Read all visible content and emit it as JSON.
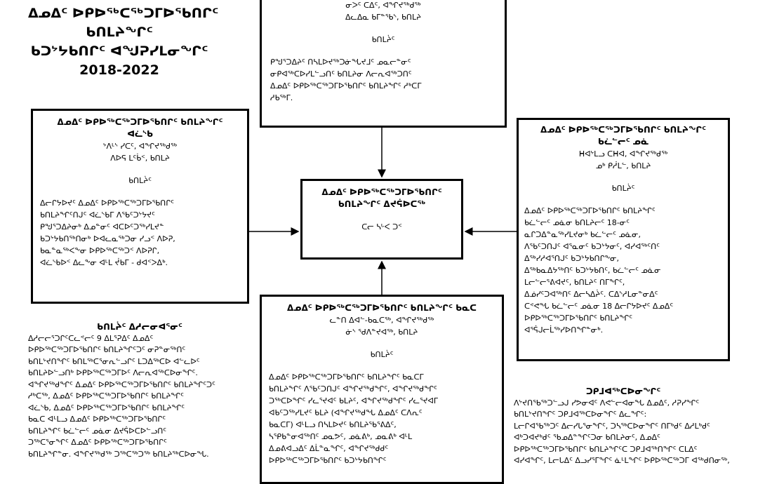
{
  "title": {
    "line1": "ᐃᓄᐃᑦ ᐅᑭᐅᖅᑕᖅᑐᒥᐅᖃᑎᒋᑦ",
    "line2": "ᑲᑎᒪᔨᖏᑦ",
    "line3": "ᑲᑐᔾᔭᑲᑎᒋᑦ ᐊᖑᕈᓯᒪᓂᖏᑦ",
    "years": "2018-2022"
  },
  "boxes": {
    "top": {
      "lines": [
        "ᓂᐳᑦ ᑕᐃᑦ, ᐊᖏᔪᖅᑯᖅ",
        "ᐃᓚᐃᓇ ᑲᒥᓐᖃᔅ, ᑲᑎᒪᔨ"
      ],
      "role": "ᑲᑎᒪᔩᑦ",
      "body": [
        "ᑭᖑᕐᑐᐃᔨᑦ ᑎᓴᒪᐅᔪᖅᑐᓃᖓᔪᒧᑦ ᓄᓇᓕᓐᓂᑦ",
        "ᓂᑭᐊᖅᑕᐅᓯᒪᓪᓗᑎᑦ ᑲᑎᒪᔨᓂ ᐱᓕᕆᐊᖅᑐᑎᑦ",
        "ᐃᓄᐃᑦ ᐅᑭᐅᖅᑕᖅᑐᒥᐅᖃᑎᒋᑦ ᑲᑎᒪᔨᖏᑦ ᓱᒃᑕᒥ",
        "ᓱᑲᖅᒥ."
      ]
    },
    "left": {
      "head": [
        "ᐃᓄᐃᑦ ᐅᑭᐅᖅᑕᖅᑐᒥᐅᖃᑎᒋᑦ ᑲᑎᒪᔨᖏᑦ",
        "ᐊᓛᔅᑲ"
      ],
      "lines": [
        "ᔾᐱᒻᔅ ᓯᑕᑦ, ᐊᖏᔪᖅᑯᖅ",
        "ᐱᐅᕋ ᒪᑦᑳᑉ, ᑲᑎᒪᔨ"
      ],
      "role": "ᑲᑎᒪᔩᑦ",
      "body": [
        "ᐃᓕᒋᔭᐅᔪᑦ ᐃᓄᐃᑦ ᐅᑭᐅᖅᑕᖅᑐᒥᐅᖃᑎᒋᑦ",
        "ᑲᑎᒪᔨᖏᑦᑎᒍᑦ ᐊᓛᔅᑲᒥ ᐱᖃᑦᑐᔾᔭᔪᑦ",
        "ᑭᖑᕐᑐᐃᔨᓂᒃ ᐃᓄᓐᓂᑦ ᐊᑕᐅᑦᑐᖅᓯᒪᔪᓐ",
        "ᑲᑐᔾᔭᑲᑎᖅᑎᓂᒃ ᐅᐊᓚᓇᖅᑐᓂ ᓯᓗᑉ ᐱᐅᕈ,",
        "ᑲᓇᓐᓇᖅᐸᖕᓂ ᐅᑭᐅᖅᑕᖅᑐᑉ ᐱᐅᕈᒋ,",
        "ᐊᓛᔅᑲᐅᑉ ᐃᓚᖕᓂ ᐊᒻᒪ ᔫᑲᒥ - ᑯᐊᑉᐳᐃᒃ."
      ]
    },
    "center": {
      "head": [
        "ᐃᓄᐃᑦ ᐅᑭᐅᖅᑕᖅᑐᒥᐅᖃᑎᒋᑦ",
        "ᑲᑎᒪᔨᖏᑦ ᐃᔪᕌᐅᑕᖅ"
      ],
      "name": "ᑕᓕ ᓴᒡᐸ ᑐᑉ"
    },
    "right": {
      "head": [
        "ᐃᓄᐃᑦ ᐅᑭᐅᖅᑕᖅᑐᒥᐅᖃᑎᒋᑦ ᑲᑎᒪᔨᖏᑦ",
        "ᑲᓛᓪᓕᑦ ᓄᓈ"
      ],
      "lines": [
        "ᕼᐊᔾᒪᓗ ᑕᕼᐊ, ᐊᖏᔪᖅᑯᖅ",
        "ᓄᒃ ᑭᓲᒪᓪ, ᑲᑎᒪᔨ"
      ],
      "role": "ᑲᑎᒪᔩᑦ",
      "body": [
        "ᐃᓄᐃᑦ ᐅᑭᐅᖅᑕᖅᑐᒥᐅᖃᑎᒋᑦ ᑲᑎᒪᔨᖏᑦ",
        "ᑲᓛᓪᓕᑦ ᓄᓈᓂ ᑲᑎᒪᔨᓕᑦ 18-ᓂᑦ",
        "ᓇᒋᑐᐃᓐᓇᖅᓯᒪᔪᓂᒃ ᑲᓛᓪᓕᑦ ᓄᓈᓂ,",
        "ᐱᖃᑦᑐᑎᒍᑦ ᐊᕐᓇᓂᑦ ᑲᑐᔾᔭᓂᑦ, ᐊᓯᐊᖅᑦᑎᑦ",
        "ᐃᖅᓯᓱᐊᕐᑎᒍᑦ ᑲᑐᔾᔭᑲᑎᒋᖕᓂ,",
        "ᐃᖅᑲᓇᐃᔭᖅᑎᑦ ᑲᑐᔾᔭᑲᑎᑦ, ᑲᓛᓪᓕᑦ ᓄᓈᓂ",
        "ᒪᓕᓪᓕᕐᕕᐊᔪᑦ, ᑲᑎᒪᔨᑦ ᑎᒥᖏᑦ,",
        "ᐃᓅᓯᑦᑐᐊᖅᑎᑦ ᐃᓕᓴᐃᔩᑦ. ᑕᐃᔅᓱᒪᓂᓐᓂᐃᑦ",
        "ᑕᕝᕙᖓ ᑲᓛᓪᓕᑦ ᓄᓈᓂ 18 ᐃᓕᒋᔭᐅᔪᑦ ᐃᓄᐃᑦ",
        "ᐅᑭᐅᖅᑕᖅᑐᒥᐅᖃᑎᒋᑦ ᑲᑎᒪᔨᖏᑦ",
        "ᐊᕐᕌᒍᓕᒫᖅᓯᐅᑎᖏᓐᓂᒃ."
      ]
    },
    "bottom": {
      "head": [
        "ᐃᓄᐃᑦ ᐅᑭᐅᖅᑕᖅᑐᒥᐅᖃᑎᒋᑦ ᑲᑎᒪᔨᖏᑦ ᑲᓇᑕ"
      ],
      "lines": [
        "ᓚᓐᑎ ᐃᐊᓪ-ᑲᓇᑕᖅ, ᐊᖏᔪᖅᑯᖅ",
        "ᓃᔅ ᖁᐱᓐᔪᐊᖅ, ᑲᑎᒪᔨ"
      ],
      "role": "ᑲᑎᒪᔩᑦ",
      "body": [
        "ᐃᓄᐃᑦ ᐅᑭᐅᖅᑕᖅᑐᒥᐅᖃᑎᒋᑦ ᑲᑎᒪᔨᖏᑦ ᑲᓇᑕᒥ",
        "ᑲᑎᒪᔨᖏᑦ ᐱᖃᑦᑐᑎᒍᑦ ᐊᖏᔪᖅᑯᖏᑦ, ᐊᖏᔪᖅᑯᖏᑦ",
        "ᑐᖅᑕᐅᖏᑦ ᓯᓚᕐᔪᐊᑦ ᑲᒪᔨᑦ, ᐊᖏᔪᖅᑯᖏᑦ ᓯᓚᕐᔪᐊᒥ",
        "ᐊᑲᑦᑐᖅᓯᒪᔪᑦ ᑲᒪᔨ (ᐊᖏᔪᖅᑯᖓ ᐃᓄᐃᑦ ᑕᐱᕆᑦ",
        "ᑲᓇᑕᒥ) ᐊᒻᒪᓗ ᑎᓴᒪᐅᔪᑦ ᑲᑎᒪᔨᖃᕐᕕᐃᑦ,",
        "ᓴᕿᑲᓐᓂᐊᖅᑎᑦ ᓄᓇᕗᑦ, ᓄᓈᕕᒃ, ᓄᓇᕕᒃ ᐊᒻᒪ",
        "ᐃᓄᕕᐊᓗᐃᑦ ᐃᒫᓐᓇᖏᑦ, ᐊᖏᔪᖅᑯᑯᑦ",
        "ᐅᑭᐅᖅᑕᖅᑐᒥᐅᖃᑎᒋᑦ ᑲᑐᔾᔭᑲᑎᖏᑦ"
      ]
    }
  },
  "lower_left": {
    "head": "ᑲᑎᒪᔩᑦ ᐃᓱᓕᓂᐊᕐᓂᑦ",
    "body": [
      "ᐃᓱᓕᓕᕐᑐᒋᑦᑕᓚᕝᓕᑦ 9 ᐃᒪᕐᕈᐃᑦ ᐃᓄᐃᑦ",
      "ᐅᑭᐅᖅᑕᖅᑐᒥᐅᖃᑎᒋᑦ ᑲᑎᒪᔨᖏᑦᑐᑦ ᓂᕈᓐᓂᖅᑎᑦ",
      "ᑲᑎᒪᔾᔪᑎᖏᑦ ᑲᑎᒪᖅᑕᕐᓂᕆᓪᓗᒋᑦ ᒪᑐᐃᖅᑕᐅ ᐊᓪᓚᐅᑦ",
      "ᑲᑎᒪᔨᐅᓪᓗᑎᒃ ᐅᑭᐅᖅᑕᖅᑐᒥᐅᑦ ᐱᓕᕆᐊᖅᑕᐅᓂᖏᑦ.",
      "ᐊᖏᔪᖅᑯᖏᑦ ᐃᓄᐃᑦ ᐅᑭᐅᖅᑕᖅᑐᒥᐅᖃᑎᒋᑦ ᑲᑎᒪᔨᖏᑦᑐᑦ",
      "ᓱᒃᑕᖅ, ᐃᓄᐃᑦ ᐅᑭᐅᖅᑕᖅᑐᒥᐅᖃᑎᒋᑦ ᑲᑎᒪᔨᖏᑦ",
      "ᐊᓛᔅᑲ, ᐃᓄᐃᑦ ᐅᑭᐅᖅᑕᖅᑐᒥᐅᖃᑎᒋᑦ ᑲᑎᒪᔨᖏᑦ",
      "ᑲᓇᑕ ᐊᒻᒪᓗ ᐃᓄᐃᑦ ᐅᑭᐅᖅᑕᖅᑐᒥᐅᖃᑎᒋᑦ",
      "ᑲᑎᒪᔨᖏᑦ ᑲᓛᓪᓕᑦ ᓄᓈᓂ ᐃᔪᕌᐅᑕᐅᓪᓗᑎᑦ",
      "ᑐᖅᑕᕐᓂᖏᑦ ᐃᓄᐃᑦ ᐅᑭᐅᖅᑕᖅᑐᒥᐅᖃᑎᒋᑦ",
      "ᑲᑎᒪᔨᖏᓐᓂ. ᐊᖏᔪᖅᑯᖅ ᑐᖅᑕᖅᑐᖅ ᑲᑎᒪᔨᖅᑕᐅᓂᖓ."
    ]
  },
  "lower_right": {
    "head": "ᑐᑭᒧᐊᖅᑕᐅᓂᖏᑦ",
    "body": [
      "ᐱᔾᔪᑎᖃᖅᑐᓪᓗᒍ ᓯᕗᓂᐊᑦ ᐱᕙᓪᓕᐊᓂᖓ ᐃᓄᐃᑦ, ᓱᕈᓯᖏᑦ",
      "ᑲᑎᒪᔾᔪᑎᖏᑦ ᑐᑭᒧᐊᖅᑕᐅᓂᖏᑦ ᐃᓚᖏᑦ:",
      "ᒪᓕᒋᐊᖃᖅᑐᑦ ᐃᓕᓯᒐᕐᓂᖏᑦ, ᑐᓴᖅᑕᐅᓂᖏᑦ ᑎᒥᒃᑯᑦ ᐃᓱᒪᒃᑯᑦ",
      "ᐊᒃᑐᐊᔪᒃᑯᑦ ᖃᓄᐃᓐᖏᑦᑐᓂ ᑲᑎᒪᔨᓂᑦ, ᐃᓄᐃᑦ",
      "ᐅᑭᐅᖅᑕᖅᑐᒥᐅᖃᑎᒋᑦ ᑲᑎᒪᔨᖏᑦᑕ ᑐᑭᒧᐊᖅᑎᖏᑦ ᑕᒪᐃᑦ",
      "ᐊᓯᐊᖏᑦ, ᒪᓕᒐᐃᑦ ᐃᓗᓯᕐᒥᖏᑦ ᓈᒻᒪᖏᑦ ᐅᑭᐅᖅᑕᖅᑐᒥ ᐊᖅᑯᑎᓂᖅ,"
    ]
  }
}
